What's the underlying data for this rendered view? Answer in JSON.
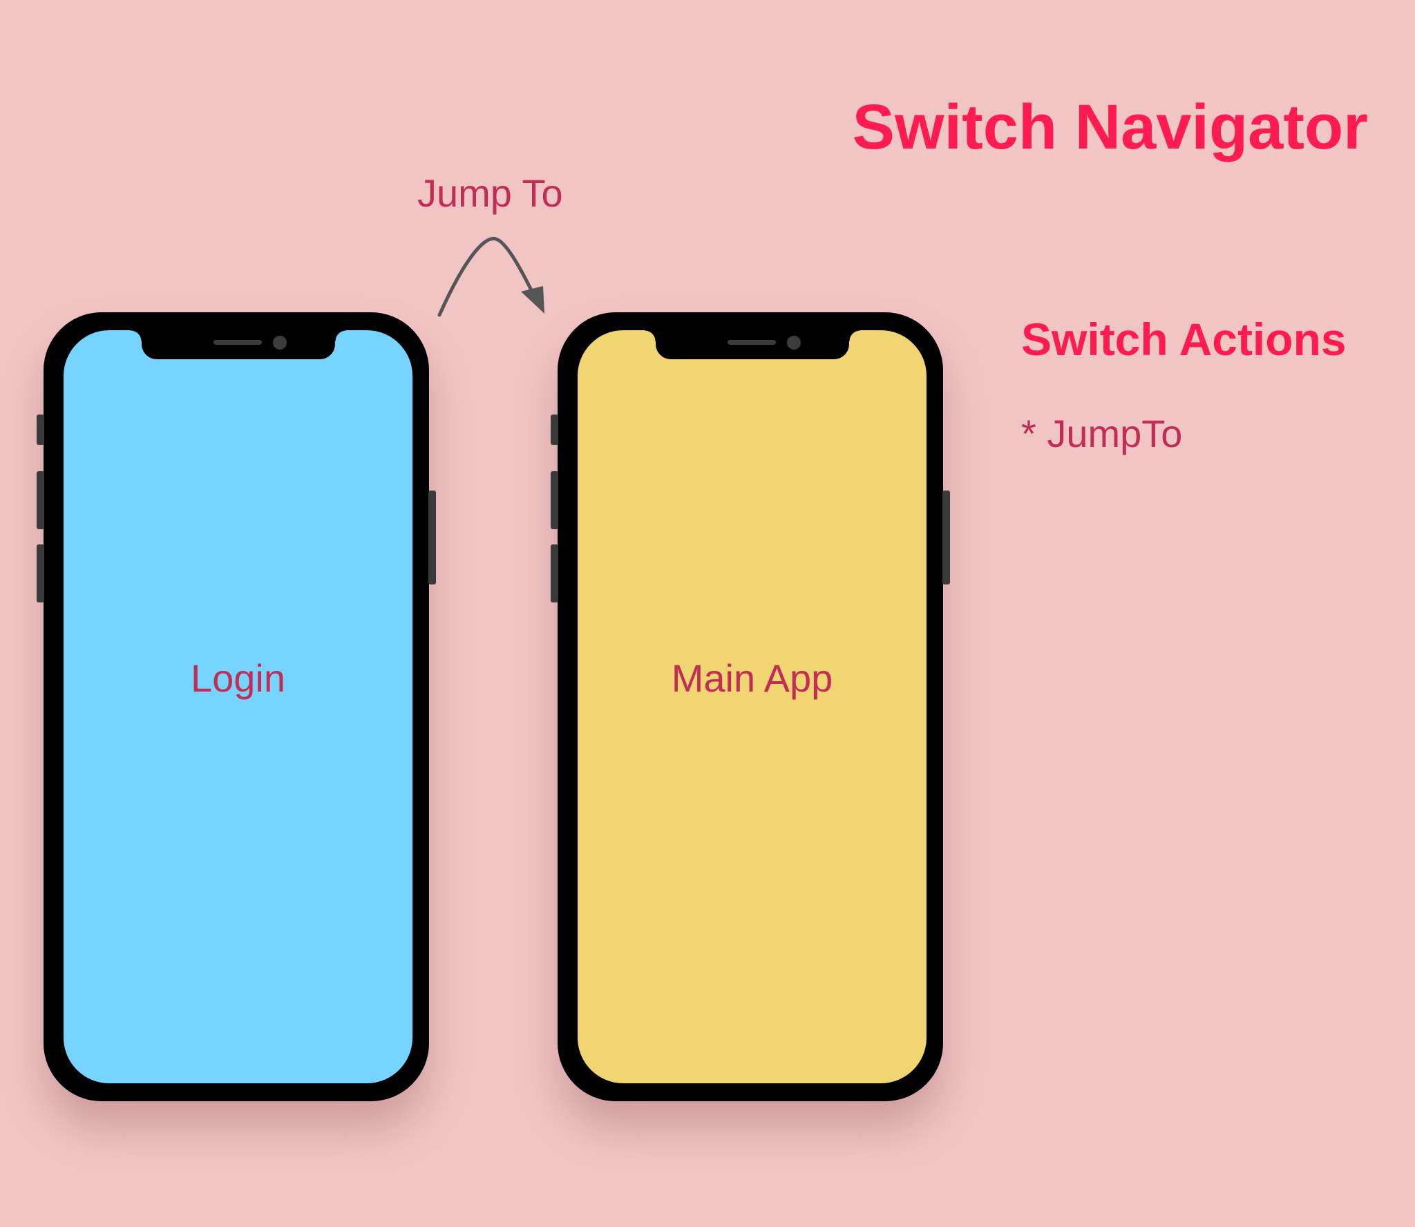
{
  "title": "Switch Navigator",
  "transition": {
    "label": "Jump To"
  },
  "actions": {
    "heading": "Switch Actions",
    "items": [
      "* JumpTo"
    ]
  },
  "screens": [
    {
      "label": "Login",
      "color": "#76d4ff"
    },
    {
      "label": "Main App",
      "color": "#f2d573"
    }
  ],
  "colors": {
    "background": "#f2c5c5",
    "title": "#fc1c52",
    "label_text": "#c02e55",
    "phone_frame": "#000000",
    "arrow": "#555555"
  }
}
